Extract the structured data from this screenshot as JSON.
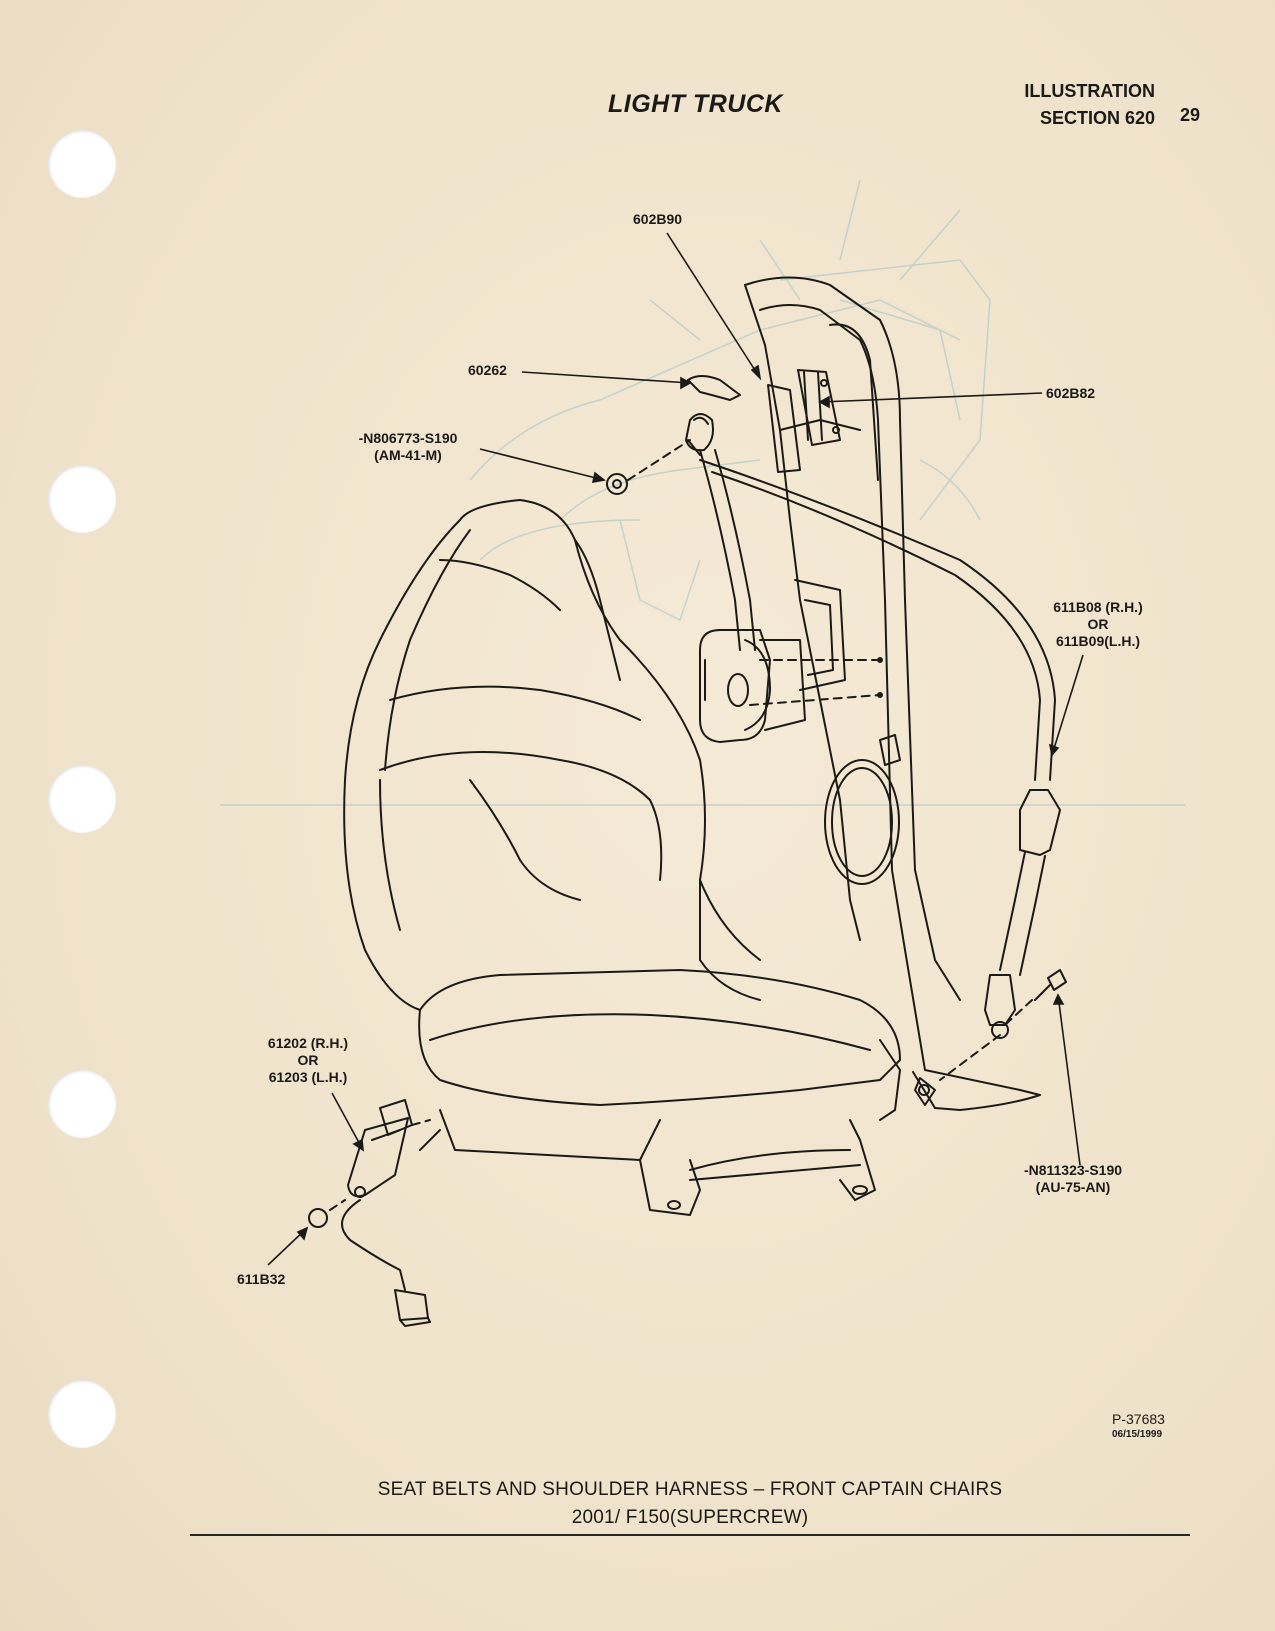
{
  "header": {
    "title": "LIGHT TRUCK",
    "illustration_label": "ILLUSTRATION",
    "section_label": "SECTION 620",
    "page_number": "29"
  },
  "callouts": {
    "c602b90": "602B90",
    "c60262": "60262",
    "c602b82": "602B82",
    "nut_line1": "-N806773-S190",
    "nut_line2": "(AM-41-M)",
    "belt_line1": "611B08 (R.H.)",
    "belt_line2": "OR",
    "belt_line3": "611B09(L.H.)",
    "buckle_line1": "61202 (R.H.)",
    "buckle_line2": "OR",
    "buckle_line3": "61203 (L.H.)",
    "c611b32": "611B32",
    "bolt_line1": "-N811323-S190",
    "bolt_line2": "(AU-75-AN)"
  },
  "figure_ref": {
    "number": "P-37683",
    "date": "06/15/1999"
  },
  "caption": {
    "line1": "SEAT BELTS AND SHOULDER HARNESS – FRONT CAPTAIN CHAIRS",
    "line2": "2001/ F150(SUPERCREW)"
  }
}
